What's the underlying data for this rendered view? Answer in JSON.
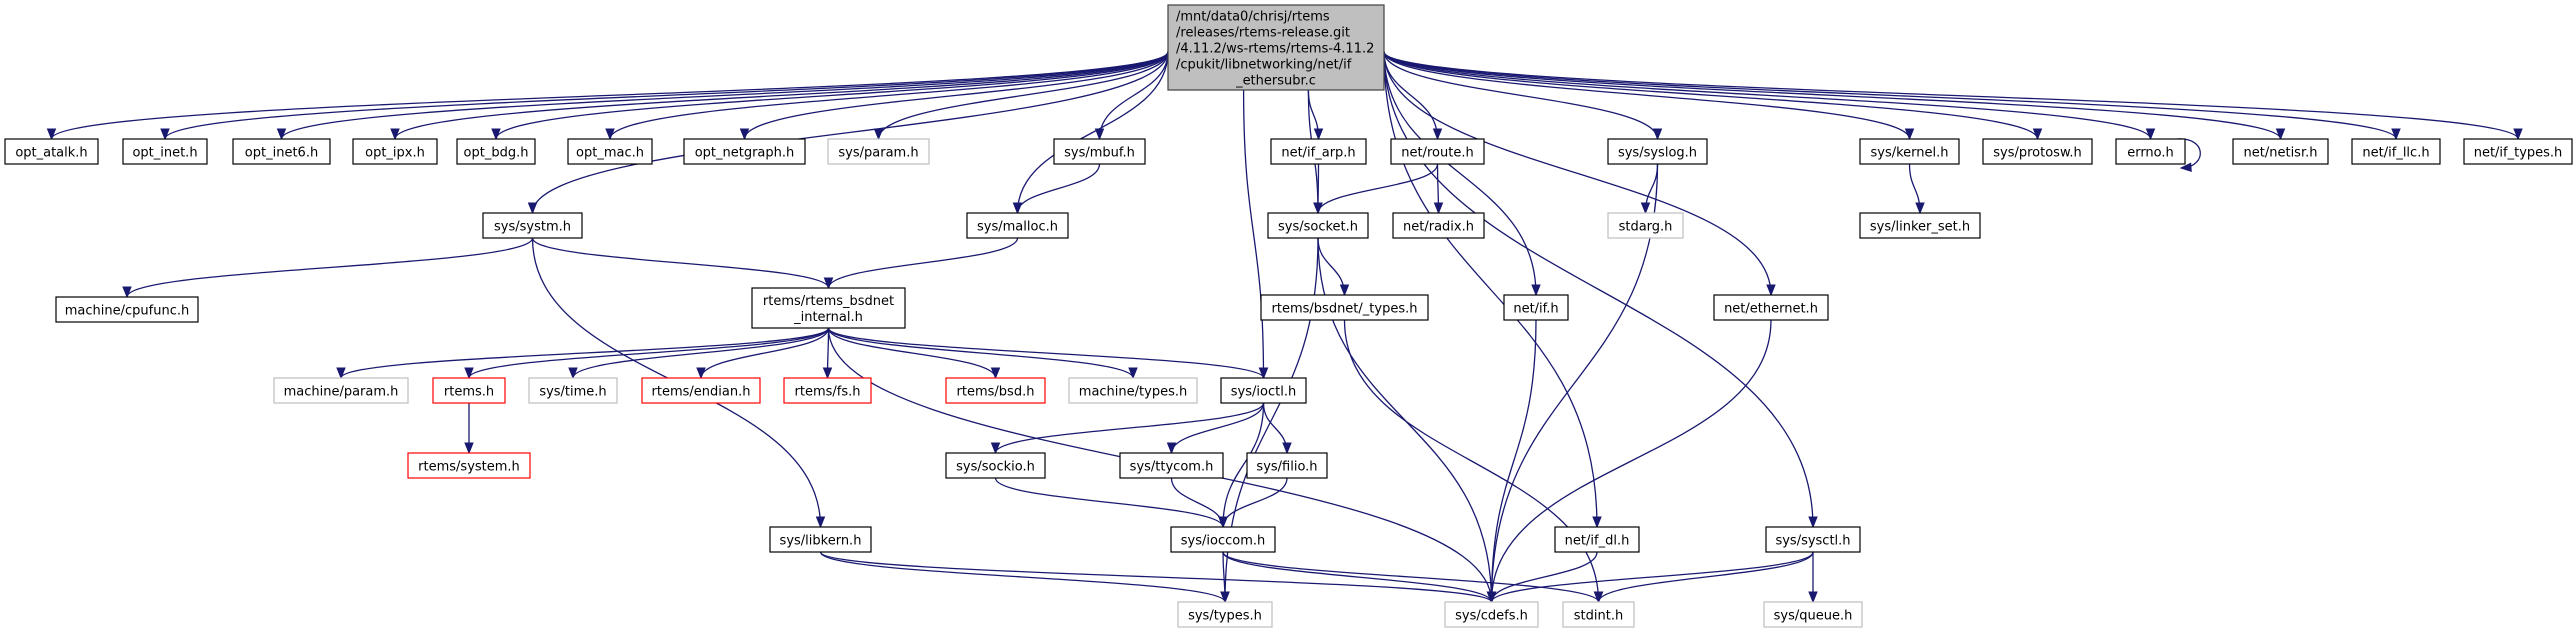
{
  "title": "Include dependency graph for if_ethersubr.c",
  "legend": {
    "edge_color": "#191970",
    "root_fill": "#bfbfbf",
    "documented_border": "#000000",
    "undocumented_border": "#bfbfbf",
    "truncated_border": "#ff0000"
  },
  "nodes": [
    {
      "id": "root",
      "lines": [
        "/mnt/data0/chrisj/rtems",
        "/releases/rtems-release.git",
        "/4.11.2/ws-rtems/rtems-4.11.2",
        "/cpukit/libnetworking/net/if",
        "_ethersubr.c"
      ],
      "style": "root"
    },
    {
      "id": "opt_atalk",
      "lines": [
        "opt_atalk.h"
      ],
      "style": "normal"
    },
    {
      "id": "opt_inet",
      "lines": [
        "opt_inet.h"
      ],
      "style": "normal"
    },
    {
      "id": "opt_inet6",
      "lines": [
        "opt_inet6.h"
      ],
      "style": "normal"
    },
    {
      "id": "opt_ipx",
      "lines": [
        "opt_ipx.h"
      ],
      "style": "normal"
    },
    {
      "id": "opt_bdg",
      "lines": [
        "opt_bdg.h"
      ],
      "style": "normal"
    },
    {
      "id": "opt_mac",
      "lines": [
        "opt_mac.h"
      ],
      "style": "normal"
    },
    {
      "id": "opt_netgraph",
      "lines": [
        "opt_netgraph.h"
      ],
      "style": "normal"
    },
    {
      "id": "sys_param",
      "lines": [
        "sys/param.h"
      ],
      "style": "gray"
    },
    {
      "id": "sys_mbuf",
      "lines": [
        "sys/mbuf.h"
      ],
      "style": "normal"
    },
    {
      "id": "net_if_arp",
      "lines": [
        "net/if_arp.h"
      ],
      "style": "normal"
    },
    {
      "id": "net_route",
      "lines": [
        "net/route.h"
      ],
      "style": "normal"
    },
    {
      "id": "sys_syslog",
      "lines": [
        "sys/syslog.h"
      ],
      "style": "normal"
    },
    {
      "id": "sys_kernel",
      "lines": [
        "sys/kernel.h"
      ],
      "style": "normal"
    },
    {
      "id": "sys_protosw",
      "lines": [
        "sys/protosw.h"
      ],
      "style": "normal"
    },
    {
      "id": "errno",
      "lines": [
        "errno.h"
      ],
      "style": "normal"
    },
    {
      "id": "net_netisr",
      "lines": [
        "net/netisr.h"
      ],
      "style": "normal"
    },
    {
      "id": "net_if_llc",
      "lines": [
        "net/if_llc.h"
      ],
      "style": "normal"
    },
    {
      "id": "net_if_types",
      "lines": [
        "net/if_types.h"
      ],
      "style": "normal"
    },
    {
      "id": "sys_systm",
      "lines": [
        "sys/systm.h"
      ],
      "style": "normal"
    },
    {
      "id": "sys_malloc",
      "lines": [
        "sys/malloc.h"
      ],
      "style": "normal"
    },
    {
      "id": "sys_socket",
      "lines": [
        "sys/socket.h"
      ],
      "style": "normal"
    },
    {
      "id": "net_radix",
      "lines": [
        "net/radix.h"
      ],
      "style": "normal"
    },
    {
      "id": "stdarg",
      "lines": [
        "stdarg.h"
      ],
      "style": "gray"
    },
    {
      "id": "sys_linker_set",
      "lines": [
        "sys/linker_set.h"
      ],
      "style": "normal"
    },
    {
      "id": "machine_cpufunc",
      "lines": [
        "machine/cpufunc.h"
      ],
      "style": "normal"
    },
    {
      "id": "rtems_bsdnet_internal",
      "lines": [
        "rtems/rtems_bsdnet",
        "_internal.h"
      ],
      "style": "normal"
    },
    {
      "id": "rtems_bsdnet_types",
      "lines": [
        "rtems/bsdnet/_types.h"
      ],
      "style": "normal"
    },
    {
      "id": "net_if",
      "lines": [
        "net/if.h"
      ],
      "style": "normal"
    },
    {
      "id": "net_ethernet",
      "lines": [
        "net/ethernet.h"
      ],
      "style": "normal"
    },
    {
      "id": "machine_param",
      "lines": [
        "machine/param.h"
      ],
      "style": "gray"
    },
    {
      "id": "rtems_h",
      "lines": [
        "rtems.h"
      ],
      "style": "red"
    },
    {
      "id": "sys_time",
      "lines": [
        "sys/time.h"
      ],
      "style": "gray"
    },
    {
      "id": "rtems_endian",
      "lines": [
        "rtems/endian.h"
      ],
      "style": "red"
    },
    {
      "id": "rtems_fs",
      "lines": [
        "rtems/fs.h"
      ],
      "style": "red"
    },
    {
      "id": "rtems_bsd",
      "lines": [
        "rtems/bsd.h"
      ],
      "style": "red"
    },
    {
      "id": "machine_types",
      "lines": [
        "machine/types.h"
      ],
      "style": "gray"
    },
    {
      "id": "sys_ioctl",
      "lines": [
        "sys/ioctl.h"
      ],
      "style": "normal"
    },
    {
      "id": "rtems_system",
      "lines": [
        "rtems/system.h"
      ],
      "style": "red"
    },
    {
      "id": "sys_sockio",
      "lines": [
        "sys/sockio.h"
      ],
      "style": "normal"
    },
    {
      "id": "sys_ttycom",
      "lines": [
        "sys/ttycom.h"
      ],
      "style": "normal"
    },
    {
      "id": "sys_filio",
      "lines": [
        "sys/filio.h"
      ],
      "style": "normal"
    },
    {
      "id": "sys_libkern",
      "lines": [
        "sys/libkern.h"
      ],
      "style": "normal"
    },
    {
      "id": "sys_ioccom",
      "lines": [
        "sys/ioccom.h"
      ],
      "style": "normal"
    },
    {
      "id": "net_if_dl",
      "lines": [
        "net/if_dl.h"
      ],
      "style": "normal"
    },
    {
      "id": "sys_sysctl",
      "lines": [
        "sys/sysctl.h"
      ],
      "style": "normal"
    },
    {
      "id": "sys_types",
      "lines": [
        "sys/types.h"
      ],
      "style": "gray"
    },
    {
      "id": "sys_cdefs",
      "lines": [
        "sys/cdefs.h"
      ],
      "style": "gray"
    },
    {
      "id": "stdint",
      "lines": [
        "stdint.h"
      ],
      "style": "gray"
    },
    {
      "id": "sys_queue",
      "lines": [
        "sys/queue.h"
      ],
      "style": "gray"
    }
  ],
  "edges": [
    [
      "root",
      "opt_atalk"
    ],
    [
      "root",
      "opt_inet"
    ],
    [
      "root",
      "opt_inet6"
    ],
    [
      "root",
      "opt_ipx"
    ],
    [
      "root",
      "opt_bdg"
    ],
    [
      "root",
      "opt_mac"
    ],
    [
      "root",
      "opt_netgraph"
    ],
    [
      "root",
      "sys_param"
    ],
    [
      "root",
      "sys_systm"
    ],
    [
      "root",
      "sys_malloc"
    ],
    [
      "root",
      "sys_mbuf"
    ],
    [
      "root",
      "sys_socket"
    ],
    [
      "root",
      "sys_ioctl"
    ],
    [
      "root",
      "net_if_arp"
    ],
    [
      "root",
      "net_route"
    ],
    [
      "root",
      "sys_syslog"
    ],
    [
      "root",
      "net_if"
    ],
    [
      "root",
      "net_if_dl"
    ],
    [
      "root",
      "net_ethernet"
    ],
    [
      "root",
      "sys_sysctl"
    ],
    [
      "root",
      "sys_kernel"
    ],
    [
      "root",
      "sys_protosw"
    ],
    [
      "root",
      "errno"
    ],
    [
      "root",
      "net_netisr"
    ],
    [
      "root",
      "net_if_llc"
    ],
    [
      "root",
      "net_if_types"
    ],
    [
      "errno",
      "errno"
    ],
    [
      "sys_mbuf",
      "sys_malloc"
    ],
    [
      "net_if_arp",
      "sys_socket"
    ],
    [
      "net_route",
      "sys_socket"
    ],
    [
      "net_route",
      "net_radix"
    ],
    [
      "sys_syslog",
      "stdarg"
    ],
    [
      "sys_syslog",
      "sys_cdefs"
    ],
    [
      "sys_kernel",
      "sys_linker_set"
    ],
    [
      "sys_systm",
      "machine_cpufunc"
    ],
    [
      "sys_systm",
      "rtems_bsdnet_internal"
    ],
    [
      "sys_systm",
      "sys_libkern"
    ],
    [
      "sys_malloc",
      "rtems_bsdnet_internal"
    ],
    [
      "sys_socket",
      "rtems_bsdnet_types"
    ],
    [
      "sys_socket",
      "sys_types"
    ],
    [
      "sys_socket",
      "sys_cdefs"
    ],
    [
      "rtems_bsdnet_types",
      "stdint"
    ],
    [
      "net_if",
      "sys_cdefs"
    ],
    [
      "net_ethernet",
      "sys_cdefs"
    ],
    [
      "rtems_bsdnet_internal",
      "machine_param"
    ],
    [
      "rtems_bsdnet_internal",
      "rtems_h"
    ],
    [
      "rtems_bsdnet_internal",
      "sys_time"
    ],
    [
      "rtems_bsdnet_internal",
      "rtems_endian"
    ],
    [
      "rtems_bsdnet_internal",
      "rtems_fs"
    ],
    [
      "rtems_bsdnet_internal",
      "rtems_bsd"
    ],
    [
      "rtems_bsdnet_internal",
      "machine_types"
    ],
    [
      "rtems_bsdnet_internal",
      "sys_ioctl"
    ],
    [
      "rtems_bsdnet_internal",
      "sys_cdefs"
    ],
    [
      "rtems_h",
      "rtems_system"
    ],
    [
      "sys_ioctl",
      "sys_sockio"
    ],
    [
      "sys_ioctl",
      "sys_ttycom"
    ],
    [
      "sys_ioctl",
      "sys_filio"
    ],
    [
      "sys_ioctl",
      "sys_ioccom"
    ],
    [
      "sys_sockio",
      "sys_ioccom"
    ],
    [
      "sys_ttycom",
      "sys_ioccom"
    ],
    [
      "sys_filio",
      "sys_ioccom"
    ],
    [
      "sys_libkern",
      "sys_types"
    ],
    [
      "sys_libkern",
      "sys_cdefs"
    ],
    [
      "sys_ioccom",
      "sys_types"
    ],
    [
      "sys_ioccom",
      "sys_cdefs"
    ],
    [
      "sys_ioccom",
      "stdint"
    ],
    [
      "net_if_dl",
      "sys_cdefs"
    ],
    [
      "sys_sysctl",
      "sys_cdefs"
    ],
    [
      "sys_sysctl",
      "stdint"
    ],
    [
      "sys_sysctl",
      "sys_queue"
    ]
  ]
}
